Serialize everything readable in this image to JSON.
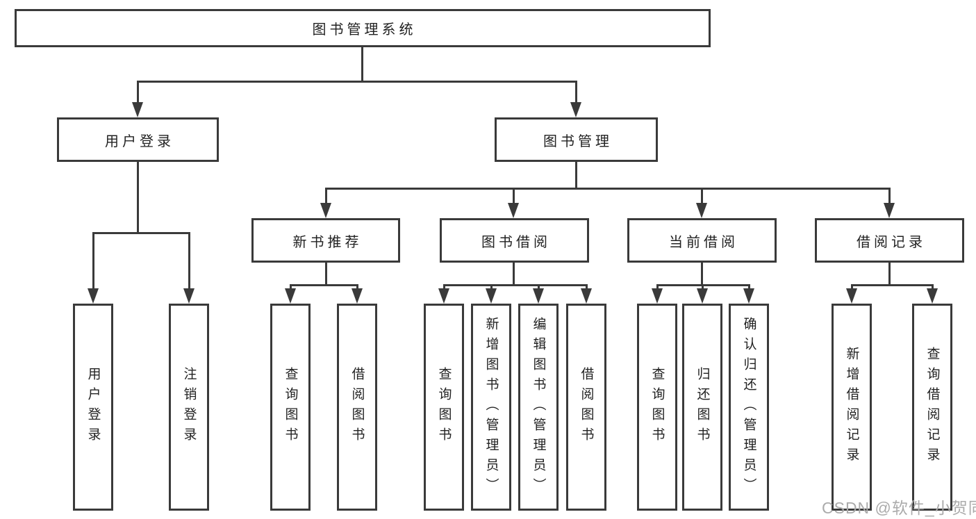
{
  "diagram": {
    "root": {
      "label": "图书管理系统",
      "children": [
        {
          "label": "用户登录",
          "children": [
            {
              "label": "用户登录"
            },
            {
              "label": "注销登录"
            }
          ]
        },
        {
          "label": "图书管理",
          "children": [
            {
              "label": "新书推荐",
              "children": [
                {
                  "label": "查询图书"
                },
                {
                  "label": "借阅图书"
                }
              ]
            },
            {
              "label": "图书借阅",
              "children": [
                {
                  "label": "查询图书"
                },
                {
                  "label": "新增图书（管理员）"
                },
                {
                  "label": "编辑图书（管理员）"
                },
                {
                  "label": "借阅图书"
                }
              ]
            },
            {
              "label": "当前借阅",
              "children": [
                {
                  "label": "查询图书"
                },
                {
                  "label": "归还图书"
                },
                {
                  "label": "确认归还（管理员）"
                }
              ]
            },
            {
              "label": "借阅记录",
              "children": [
                {
                  "label": "新增借阅记录"
                },
                {
                  "label": "查询借阅记录"
                }
              ]
            }
          ]
        }
      ]
    }
  },
  "watermark": {
    "text": "CSDN @软件_小贺同学"
  },
  "colors": {
    "line": "#3a3a3a",
    "text": "#222222",
    "box-bg": "#ffffff",
    "page-bg": "#ffffff",
    "wm": "#ababab"
  }
}
